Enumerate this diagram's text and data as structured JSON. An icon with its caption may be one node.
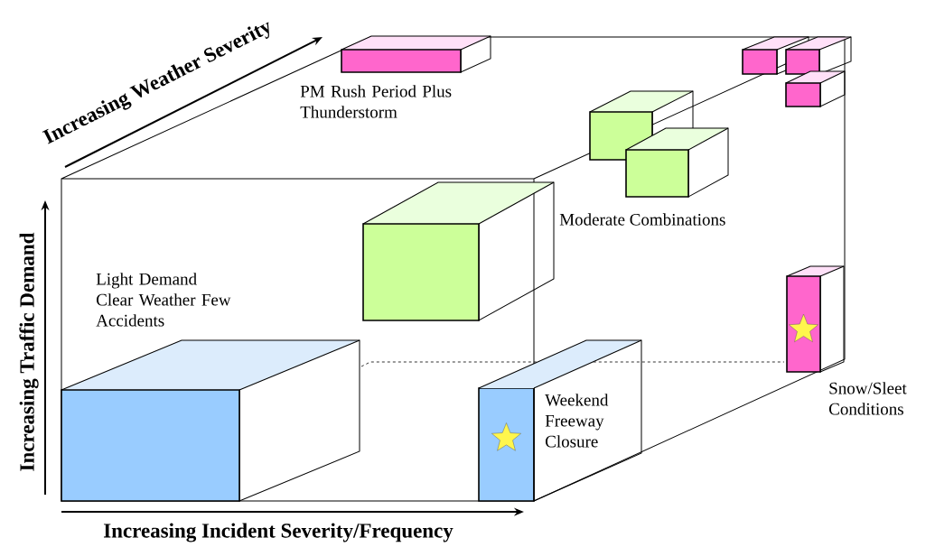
{
  "diagram": {
    "nodes": [
      {
        "text": [
          "PM Rush Period Plus Thunderstorm"
        ]
      },
      {
        "text": [],
        "shape": "box"
      },
      {
        "text": [],
        "shape": "box"
      },
      {
        "text": [],
        "shape": "box"
      },
      {
        "text": [],
        "shape": "box"
      },
      {
        "text": [],
        "shape": "box"
      },
      {
        "text": [],
        "shape": "box"
      },
      {
        "text": [
          "Light Demand Clear Weather Few Accidents"
        ]
      },
      {
        "text": [
          "Weekend Freeway Closure"
        ]
      },
      {
        "text": [
          "Snow/Sleet Conditions"
        ]
      }
    ],
    "edges": [
      {
        "from": 7,
        "to": 9,
        "arrow": "none",
        "style": "dashed"
      }
    ],
    "labels": [
      "Increasing Weather Severity",
      "Moderate Combinations",
      "Increasing Traffic Demand",
      "Increasing Incident Severity/Frequency"
    ]
  }
}
